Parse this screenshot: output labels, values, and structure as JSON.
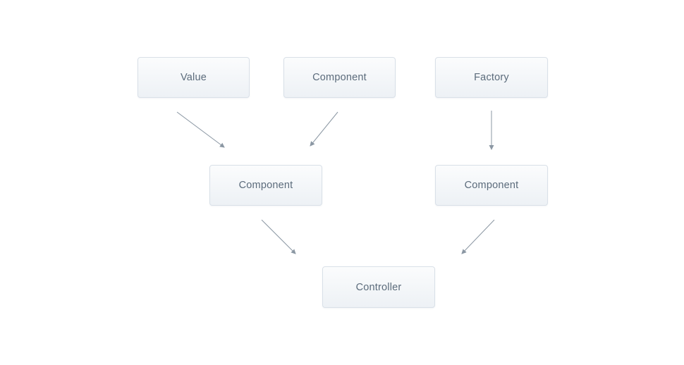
{
  "diagram": {
    "type": "flow-diagram",
    "background": "#ffffff",
    "nodes": [
      {
        "id": "value",
        "label": "Value"
      },
      {
        "id": "component-top",
        "label": "Component"
      },
      {
        "id": "factory",
        "label": "Factory"
      },
      {
        "id": "component-left",
        "label": "Component"
      },
      {
        "id": "component-right",
        "label": "Component"
      },
      {
        "id": "controller",
        "label": "Controller"
      }
    ],
    "edges": [
      {
        "from": "value",
        "to": "component-left",
        "direction": "down-right"
      },
      {
        "from": "component-top",
        "to": "component-left",
        "direction": "down-left"
      },
      {
        "from": "factory",
        "to": "component-right",
        "direction": "down"
      },
      {
        "from": "component-left",
        "to": "controller",
        "direction": "down-right"
      },
      {
        "from": "component-right",
        "to": "controller",
        "direction": "down-left"
      }
    ],
    "colors": {
      "box_border": "#d9e0e8",
      "box_bg_top": "#fbfcfd",
      "box_bg_bottom": "#edf1f5",
      "label_text": "#5b6b7b",
      "arrow": "#8b97a3",
      "background": "#ffffff"
    }
  }
}
